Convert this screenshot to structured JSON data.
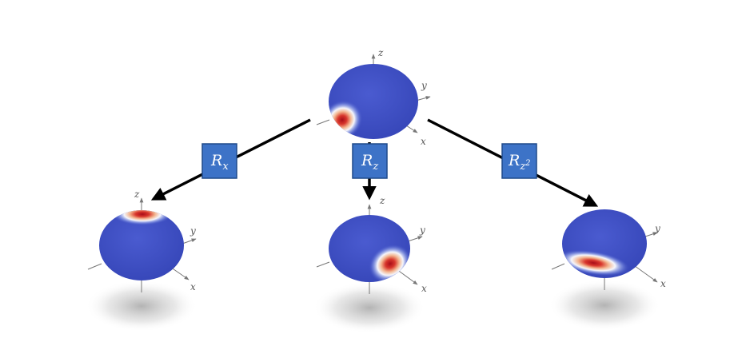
{
  "axes": {
    "x": "x",
    "y": "y",
    "z": "z"
  },
  "operators": {
    "rx": {
      "base": "R",
      "sub": "x",
      "sup": ""
    },
    "rz": {
      "base": "R",
      "sub": "z",
      "sup": ""
    },
    "rz2": {
      "base": "R",
      "sub": "z",
      "sup": "2"
    }
  },
  "colors": {
    "sphere": "#3d4fc4",
    "hot_core": "#b0101a",
    "box_fill": "#3d73c7",
    "box_stroke": "#1f4a8a",
    "arrow": "#000000",
    "axis": "#777777"
  }
}
